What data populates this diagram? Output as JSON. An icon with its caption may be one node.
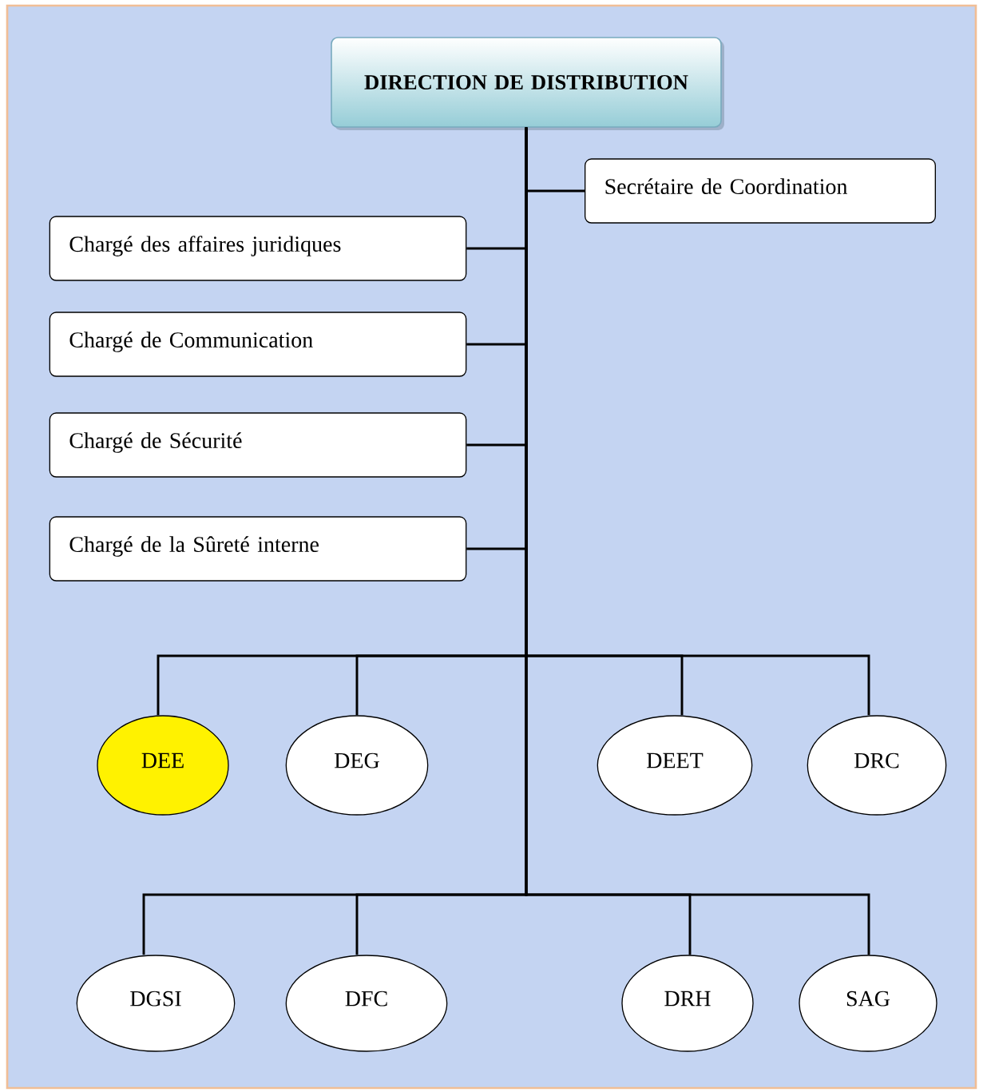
{
  "diagram": {
    "nodes": [
      {
        "text": [
          "DIRECTION DE DISTRIBUTION"
        ]
      },
      {
        "text": [
          "Secrétaire de Coordination"
        ]
      },
      {
        "text": [
          "Chargé des affaires juridiques"
        ]
      },
      {
        "text": [
          "Chargé de Communication"
        ]
      },
      {
        "text": [
          "Chargé de Sécurité"
        ]
      },
      {
        "text": [
          "Chargé de la Sûreté interne"
        ]
      },
      {
        "text": [
          "DEE"
        ]
      },
      {
        "text": [
          "DEG"
        ]
      },
      {
        "text": [
          "DEET"
        ]
      },
      {
        "text": [
          "DRC"
        ]
      },
      {
        "text": [
          "DGSI"
        ]
      },
      {
        "text": [
          "DFC"
        ]
      },
      {
        "text": [
          "DRH"
        ]
      },
      {
        "text": [
          "SAG"
        ]
      }
    ],
    "edges": [
      {
        "from": 0,
        "to": 1,
        "arrow": "none"
      },
      {
        "from": 0,
        "to": 2,
        "arrow": "none"
      },
      {
        "from": 0,
        "to": 3,
        "arrow": "none"
      },
      {
        "from": 0,
        "to": 4,
        "arrow": "none"
      },
      {
        "from": 0,
        "to": 5,
        "arrow": "none"
      },
      {
        "from": 0,
        "to": 6,
        "arrow": "none"
      },
      {
        "from": 0,
        "to": 7,
        "arrow": "none"
      },
      {
        "from": 0,
        "to": 8,
        "arrow": "none"
      },
      {
        "from": 0,
        "to": 9,
        "arrow": "none"
      },
      {
        "from": 0,
        "to": 10,
        "arrow": "none"
      },
      {
        "from": 0,
        "to": 11,
        "arrow": "none"
      },
      {
        "from": 0,
        "to": 12,
        "arrow": "none"
      },
      {
        "from": 0,
        "to": 13,
        "arrow": "none"
      }
    ]
  }
}
